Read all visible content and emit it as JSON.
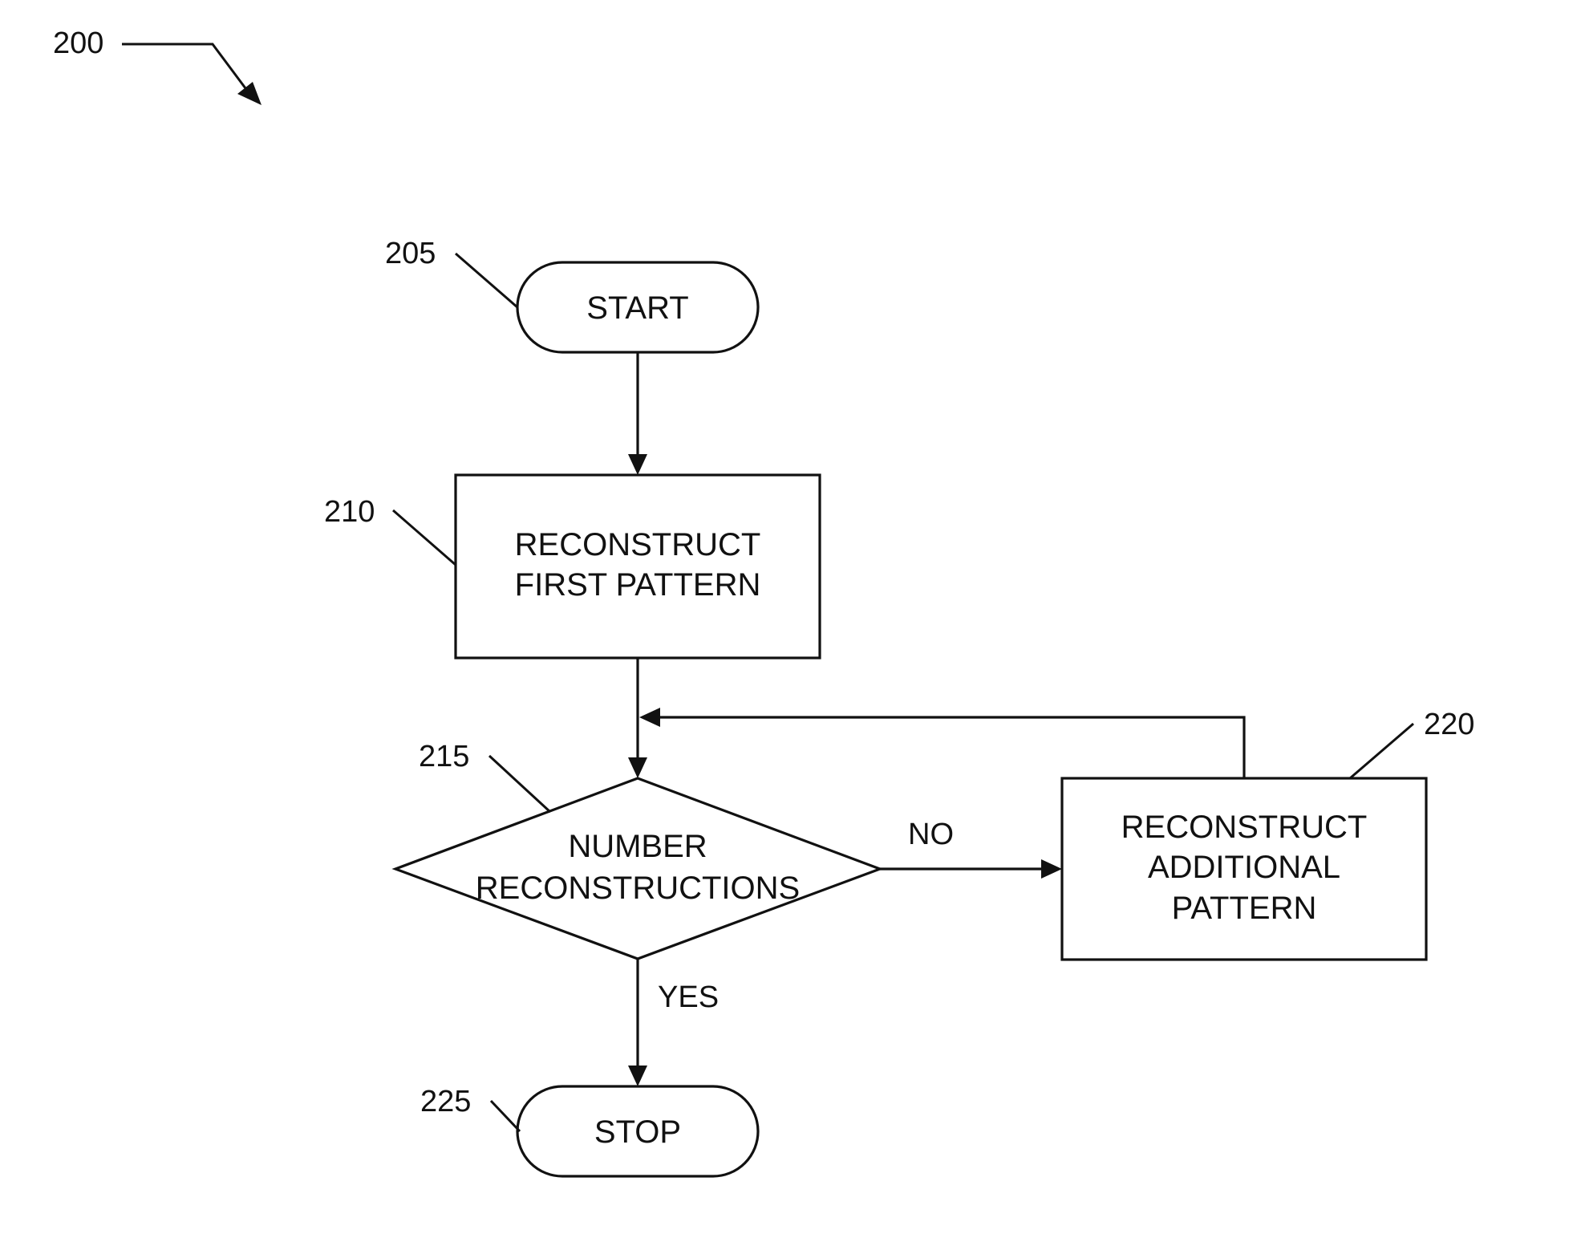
{
  "figure_ref": "200",
  "nodes": {
    "start": {
      "ref": "205",
      "lines": [
        "START"
      ]
    },
    "reconstruct_first": {
      "ref": "210",
      "lines": [
        "RECONSTRUCT",
        "FIRST PATTERN"
      ]
    },
    "decision": {
      "ref": "215",
      "lines": [
        "NUMBER",
        "RECONSTRUCTIONS"
      ]
    },
    "reconstruct_additional": {
      "ref": "220",
      "lines": [
        "RECONSTRUCT",
        "ADDITIONAL",
        "PATTERN"
      ]
    },
    "stop": {
      "ref": "225",
      "lines": [
        "STOP"
      ]
    }
  },
  "edges": {
    "no_label": "NO",
    "yes_label": "YES"
  },
  "colors": {
    "stroke": "#111111",
    "background": "#ffffff"
  }
}
